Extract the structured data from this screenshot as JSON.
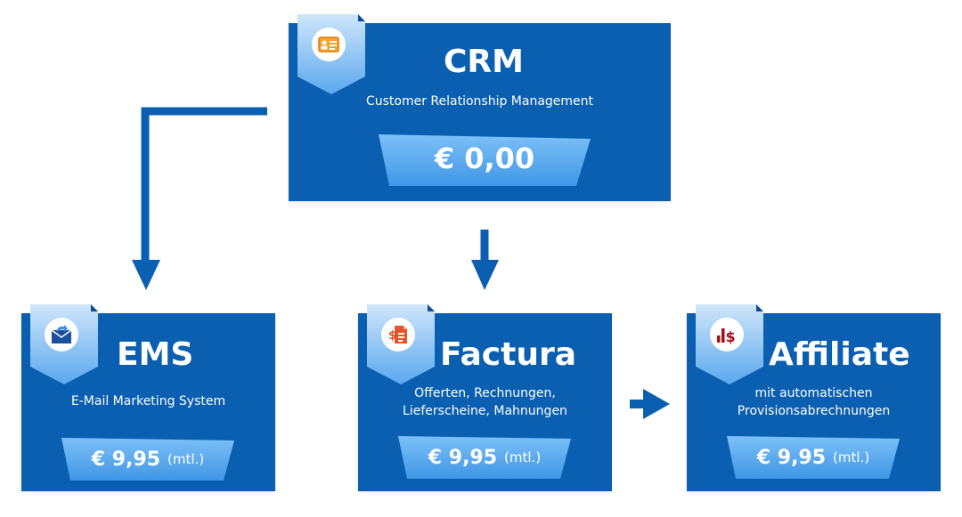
{
  "colors": {
    "box": "#0a5fb0",
    "arrow": "#0a5fb0",
    "price_fill": "#4aa3ee"
  },
  "crm": {
    "title": "CRM",
    "subtitle": "Customer Relationship Management",
    "price": "€ 0,00",
    "icon": "contact-card-icon"
  },
  "ems": {
    "title": "EMS",
    "subtitle": "E-Mail Marketing System",
    "price": "€ 9,95",
    "unit": "(mtl.)",
    "icon": "envelope-reply-icon"
  },
  "factura": {
    "title": "Factura",
    "subtitle_line1": "Offerten, Rechnungen,",
    "subtitle_line2": "Lieferscheine, Mahnungen",
    "price": "€ 9,95",
    "unit": "(mtl.)",
    "icon": "invoice-dollar-icon"
  },
  "affiliate": {
    "title": "Affiliate",
    "subtitle_line1": "mit automatischen",
    "subtitle_line2": "Provisionsabrechnungen",
    "price": "€ 9,95",
    "unit": "(mtl.)",
    "icon": "bar-chart-dollar-icon"
  }
}
